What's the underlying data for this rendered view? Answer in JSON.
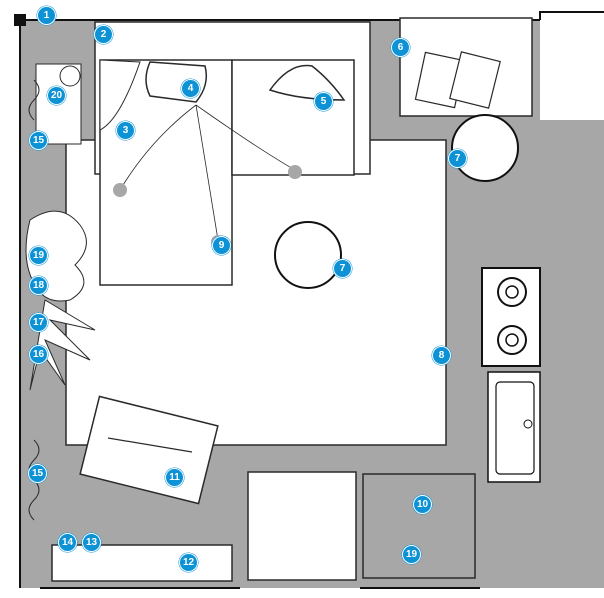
{
  "colors": {
    "badge": "#0d92d6",
    "wall": "#111111",
    "floor": "#a7a7a7",
    "furniture": "#ffffff",
    "outline": "#2a2a2a"
  },
  "markers": [
    {
      "id": "m1",
      "label": "1"
    },
    {
      "id": "m2",
      "label": "2"
    },
    {
      "id": "m3",
      "label": "3"
    },
    {
      "id": "m4",
      "label": "4"
    },
    {
      "id": "m5",
      "label": "5"
    },
    {
      "id": "m6",
      "label": "6"
    },
    {
      "id": "m7a",
      "label": "7"
    },
    {
      "id": "m7b",
      "label": "7"
    },
    {
      "id": "m8",
      "label": "8"
    },
    {
      "id": "m9",
      "label": "9"
    },
    {
      "id": "m10",
      "label": "10"
    },
    {
      "id": "m11",
      "label": "11"
    },
    {
      "id": "m12",
      "label": "12"
    },
    {
      "id": "m13",
      "label": "13"
    },
    {
      "id": "m14",
      "label": "14"
    },
    {
      "id": "m15a",
      "label": "15"
    },
    {
      "id": "m15b",
      "label": "15"
    },
    {
      "id": "m16",
      "label": "16"
    },
    {
      "id": "m17",
      "label": "17"
    },
    {
      "id": "m18",
      "label": "18"
    },
    {
      "id": "m19a",
      "label": "19"
    },
    {
      "id": "m19b",
      "label": "19"
    },
    {
      "id": "m20",
      "label": "20"
    }
  ]
}
